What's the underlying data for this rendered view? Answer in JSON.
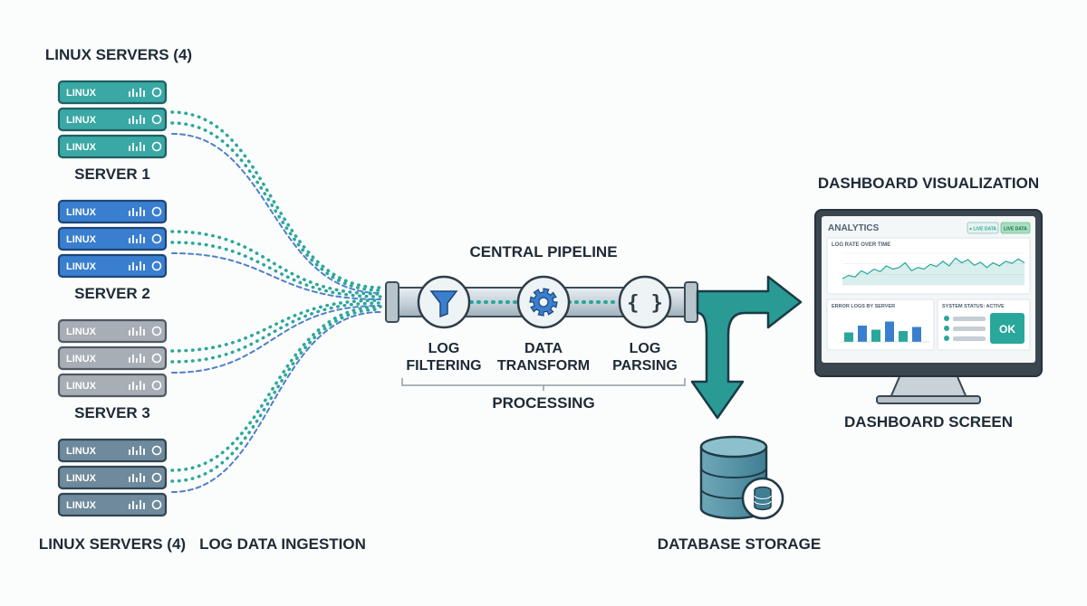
{
  "labels": {
    "servers_top": "LINUX SERVERS (4)",
    "servers_bottom": "LINUX SERVERS (4)",
    "ingestion": "LOG DATA INGESTION",
    "pipeline": "CENTRAL PIPELINE",
    "processing": "PROCESSING",
    "storage": "DATABASE STORAGE",
    "dashboard_title": "DASHBOARD VISUALIZATION",
    "dashboard_screen": "DASHBOARD SCREEN"
  },
  "servers": [
    {
      "name": "SERVER 1",
      "unit_label": "LINUX",
      "color": "#3aa8a4",
      "border": "#1f5f63"
    },
    {
      "name": "SERVER 2",
      "unit_label": "LINUX",
      "color": "#3a7fcf",
      "border": "#1e4579"
    },
    {
      "name": "SERVER 3",
      "unit_label": "LINUX",
      "color": "#a7aeb6",
      "border": "#4f5963"
    },
    {
      "name": "",
      "unit_label": "LINUX",
      "color": "#6f8a9c",
      "border": "#2f4552"
    }
  ],
  "pipeline_stages": [
    {
      "line1": "LOG",
      "line2": "FILTERING",
      "icon": "funnel-icon"
    },
    {
      "line1": "DATA",
      "line2": "TRANSFORM",
      "icon": "gear-icon"
    },
    {
      "line1": "LOG",
      "line2": "PARSING",
      "icon": "braces-icon"
    }
  ],
  "dashboard": {
    "header": "ANALYTICS",
    "live_badge_1": "● LIVE DATA",
    "live_badge_2": "LIVE DATA",
    "line_chart_title": "LOG RATE OVER TIME",
    "bar_chart_title": "ERROR LOGS BY SERVER",
    "status_title": "SYSTEM STATUS: ACTIVE",
    "status_button": "OK"
  },
  "colors": {
    "teal": "#2aa79b",
    "blue_dash": "#4f7fc9",
    "arrow": "#2a9a95",
    "arrow_edge": "#1a3b45",
    "pipe": "#cfd8de"
  }
}
